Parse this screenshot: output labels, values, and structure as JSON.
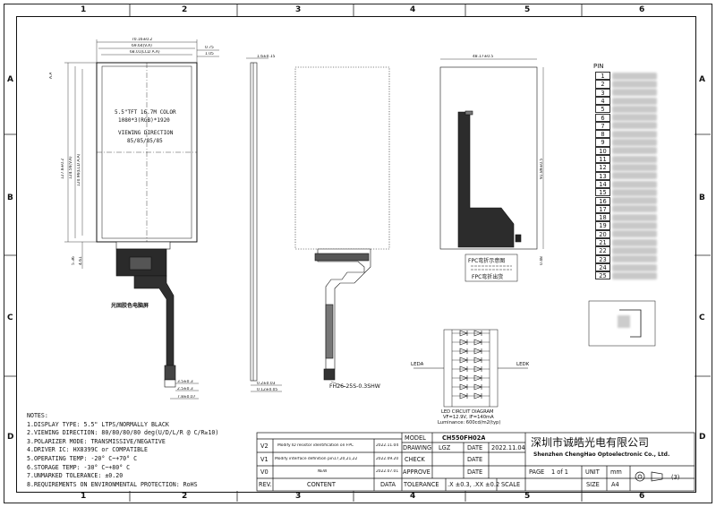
{
  "grid": {
    "columns": [
      "1",
      "2",
      "3",
      "4",
      "5",
      "6"
    ],
    "rows": [
      "A",
      "B",
      "C",
      "D"
    ]
  },
  "front_view": {
    "dim_top_1": "70.16±0.2",
    "dim_top_2": "69.64(V.A)",
    "dim_top_3": "68.01(LCD A.A)",
    "dim_right_1": "0.75",
    "dim_right_2": "1.05",
    "dim_left_1": "A.A",
    "dim_left_2": "127.8±0.2",
    "dim_left_3": "124.56(V.A)",
    "dim_left_4": "120.96(LCD A.A)",
    "dim_bottom_1": "5.36",
    "dim_bottom_2": "4.61",
    "title_line1": "5.5\"TFT 16.7M COLOR",
    "title_line2": "1080*3(RGB)*1920",
    "title_line3": "VIEWING DIRECTION",
    "title_line4": "85/85/85/85",
    "fpc_label": "光固胶色电脑屏",
    "dim_tail_1": "3.5±0.3",
    "dim_tail_2": "2.5±0.3",
    "dim_tail_3": "7.8±0.07"
  },
  "side_view": {
    "dim_top": "1.6±0.15",
    "dim_bottom_1": "0.2±0.03",
    "dim_bottom_2": "0.12±0.05"
  },
  "back_view": {
    "connector_label": "FH26-25S-0.3SHW"
  },
  "fpc_view": {
    "dim_top": "48.17±0.5",
    "dim_right": "91.89±0.5",
    "dim_right_2": "0.48",
    "legend_1": "FPC弯折示意图",
    "legend_2": "FPC弯折出货"
  },
  "led_circuit": {
    "label_leda": "LEDA",
    "label_ledk": "LEDK",
    "caption_1": "LED CIRCUIT DIAGRAM",
    "caption_2": "VF=12.9V, IF=140mA",
    "caption_3": "Luminance: 600cd/m2(typ)"
  },
  "pin_table": {
    "header": "PIN",
    "pins": [
      "1",
      "2",
      "3",
      "4",
      "5",
      "6",
      "7",
      "8",
      "9",
      "10",
      "11",
      "12",
      "13",
      "14",
      "15",
      "16",
      "17",
      "18",
      "19",
      "20",
      "21",
      "22",
      "23",
      "24",
      "25"
    ]
  },
  "notes": {
    "title": "NOTES:",
    "items": [
      "1.DISPLAY TYPE: 5.5\" LTPS/NORMALLY BLACK",
      "2.VIEWING DIRECTION: 80/80/80/80 deg(U/D/L/R @ C/R≥10)",
      "3.POLARIZER MODE: TRANSMISSIVE/NEGATIVE",
      "4.DRIVER IC: HX8399C or COMPATIBLE",
      "5.OPERATING TEMP: -20° C~+70° C",
      "6.STORAGE TEMP: -30° C~+80° C",
      "7.UNMARKED TOLERANCE: ±0.20",
      "8.REQUIREMENTS ON ENVIRONMENTAL PROTECTION: RoHS"
    ]
  },
  "title_block": {
    "rev_rows": [
      {
        "rev": "V2",
        "content": "Modify ID resistor identification on FPC",
        "date": "2022.11.04"
      },
      {
        "rev": "V1",
        "content": "Modify interface definition pin17,20,21,22",
        "date": "2022.09.20"
      },
      {
        "rev": "V0",
        "content": "NEW",
        "date": "2022.07.01"
      }
    ],
    "header_rev": "REV.",
    "header_content": "CONTENT",
    "header_data": "DATA",
    "model_label": "MODEL",
    "model_value": "CH550FH02A",
    "drawing_label": "DRAWING",
    "drawing_value": "LGZ",
    "check_label": "CHECK",
    "approve_label": "APPROVE",
    "date_label": "DATE",
    "date_value": "2022.11.04",
    "tolerance_label": "TOLERANCE",
    "tolerance_value": ".X ±0.3, .XX ±0.2",
    "scale_label": "SCALE",
    "company_cn": "深圳市诚皓光电有限公司",
    "company_en": "Shenzhen ChengHao Optoelectronic Co., Ltd.",
    "page_label": "PAGE",
    "page_value": "1  of  1",
    "unit_label": "UNIT",
    "unit_value": "mm",
    "size_label": "SIZE",
    "size_value": "A4",
    "projection_label": "(3)"
  }
}
